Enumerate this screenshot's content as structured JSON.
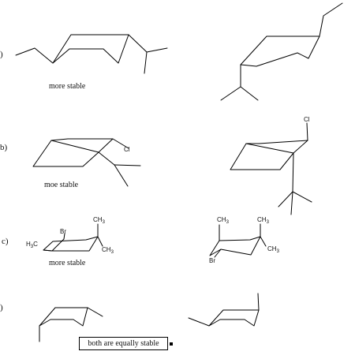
{
  "option_labels": {
    "a": ")",
    "b": "b)",
    "c": "c)",
    "d": ")"
  },
  "notes": {
    "a": "more stable",
    "b": "moe stable",
    "c": "more stable"
  },
  "atoms": {
    "cl": "Cl",
    "br": "Br",
    "ch3": "CH",
    "h3c_prefix": "H",
    "h3c_suffix": "C",
    "sub3": "3"
  },
  "answer_box": {
    "text": "both are equally stable"
  }
}
